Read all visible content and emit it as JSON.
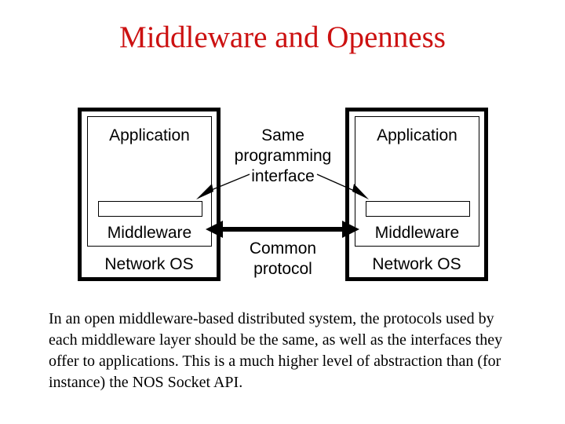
{
  "slide": {
    "title": "Middleware and Openness",
    "title_color": "#cc1111",
    "background": "#ffffff",
    "body_text": "In an open middleware-based distributed system, the protocols used by each middleware layer should be the same, as well as the interfaces they offer to applications.  This is a much higher level of abstraction than (for instance) the NOS Socket API."
  },
  "diagram": {
    "left_machine": {
      "application_label": "Application",
      "middleware_label": "Middleware",
      "network_os_label": "Network OS",
      "interface_bar_label": ""
    },
    "right_machine": {
      "application_label": "Application",
      "middleware_label": "Middleware",
      "network_os_label": "Network OS",
      "interface_bar_label": ""
    },
    "annotations": {
      "interface_note": "Same\nprogramming\ninterface",
      "interface_note_line1": "Same",
      "interface_note_line2": "programming",
      "interface_note_line3": "interface",
      "protocol_note": "Common\nprotocol",
      "protocol_note_line1": "Common",
      "protocol_note_line2": "protocol"
    },
    "arrows": {
      "interface_left_arrow": "pointer-to-left-interface-bar",
      "interface_right_arrow": "pointer-to-right-interface-bar",
      "protocol_arrow": "double-headed-horizontal-arrow"
    },
    "line_color": "#000000"
  }
}
